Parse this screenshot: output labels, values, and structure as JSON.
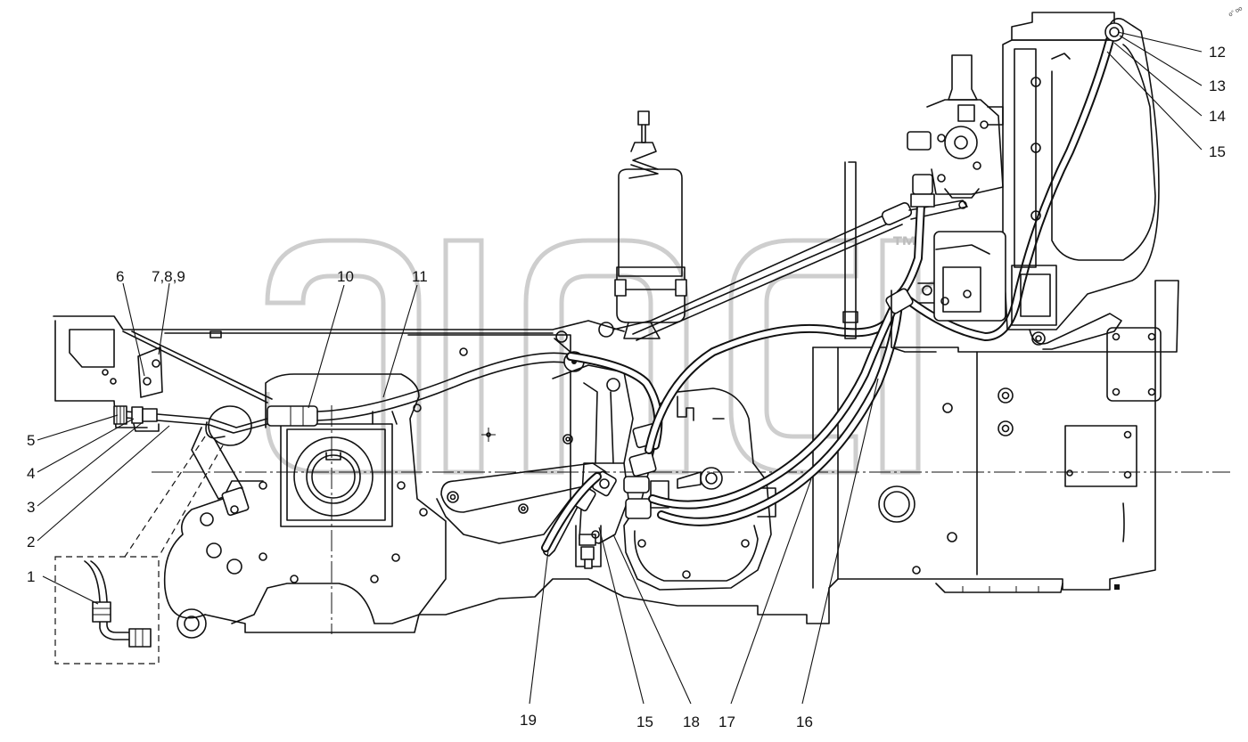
{
  "watermark": {
    "mark": "™"
  },
  "corner_mark": "o° oo",
  "callouts": [
    "1",
    "2",
    "3",
    "4",
    "5",
    "6",
    "7,8,9",
    "10",
    "11",
    "12",
    "13",
    "14",
    "15",
    "16",
    "17",
    "18",
    "19",
    "15"
  ]
}
